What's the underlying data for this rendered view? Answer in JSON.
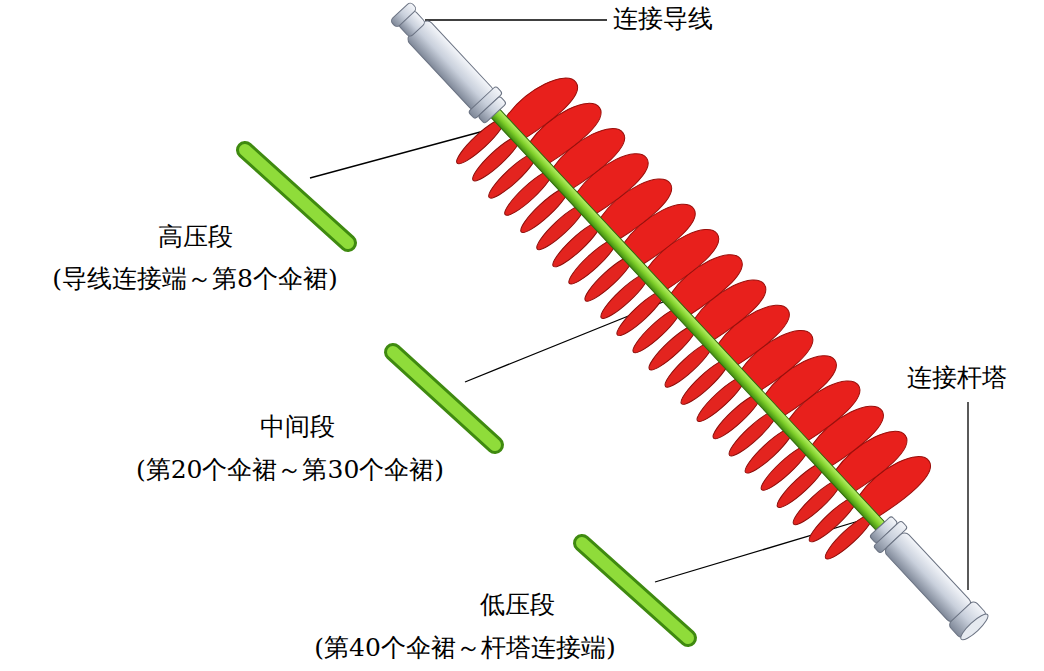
{
  "diagram": {
    "labels": [
      "连接导线",
      "高压段",
      "(导线连接端～第8个伞裙)",
      "中间段",
      "(第20个伞裙～第30个伞裙)",
      "低压段",
      "(第40个伞裙～杆塔连接端)",
      "连接杆塔"
    ]
  }
}
